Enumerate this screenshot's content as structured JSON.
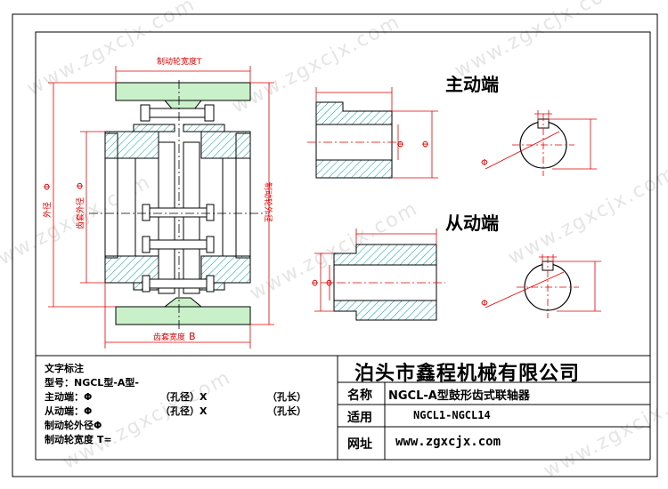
{
  "watermark": "www.zgxcjx.com",
  "labels": {
    "brake_width_top": "制动轮宽度T",
    "gear_width_bottom": "齿套宽度",
    "gear_width_letter": "B",
    "outer_dia_left": "外径",
    "gear_outer_dia": "齿套外径",
    "brake_outer_dia": "制动轮外径",
    "phi": "Φ",
    "driving_end": "主动端",
    "driven_end": "从动端"
  },
  "annotations": {
    "title": "文字标注",
    "model": "型号：NGCL型-A型-",
    "driving": "主动端：Φ",
    "driven": "从动端：Φ",
    "bore_dia": "（孔径）X",
    "bore_len": "（孔长）",
    "brake_dia": "制动轮外径Φ",
    "brake_width": "制动轮宽度 T="
  },
  "title_block": {
    "company": "泊头市鑫程机械有限公司",
    "name_label": "名称",
    "name_value": "NGCL-A型鼓形齿式联轴器",
    "apply_label": "适用",
    "apply_value": "NGCL1-NGCL14",
    "url_label": "网址",
    "url_value": "www.zgxcjx.com"
  }
}
